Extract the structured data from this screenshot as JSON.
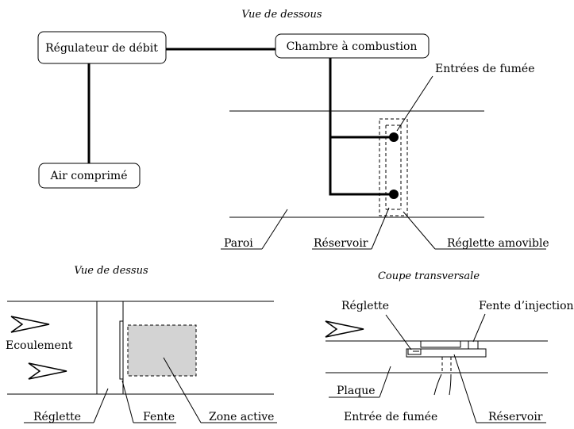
{
  "titles": {
    "bottom_view": "Vue de dessous",
    "top_view": "Vue de dessus",
    "cross_section": "Coupe transversale"
  },
  "boxes": {
    "flow_regulator": "Régulateur de débit",
    "combustion_chamber": "Chambre à combustion",
    "compressed_air": "Air comprimé"
  },
  "labels": {
    "smoke_inlets": "Entrées de fumée",
    "wall": "Paroi",
    "reservoir": "Réservoir",
    "removable_strip": "Réglette amovible",
    "flow": "Ecoulement",
    "strip": "Réglette",
    "slot": "Fente",
    "active_zone": "Zone active",
    "strip_cs": "Réglette",
    "injection_slot": "Fente d’injection",
    "plate": "Plaque",
    "smoke_inlet": "Entrée de fumée",
    "reservoir_cs": "Réservoir"
  },
  "colors": {
    "active_zone_fill": "#d3d3d3",
    "line": "#000000"
  }
}
